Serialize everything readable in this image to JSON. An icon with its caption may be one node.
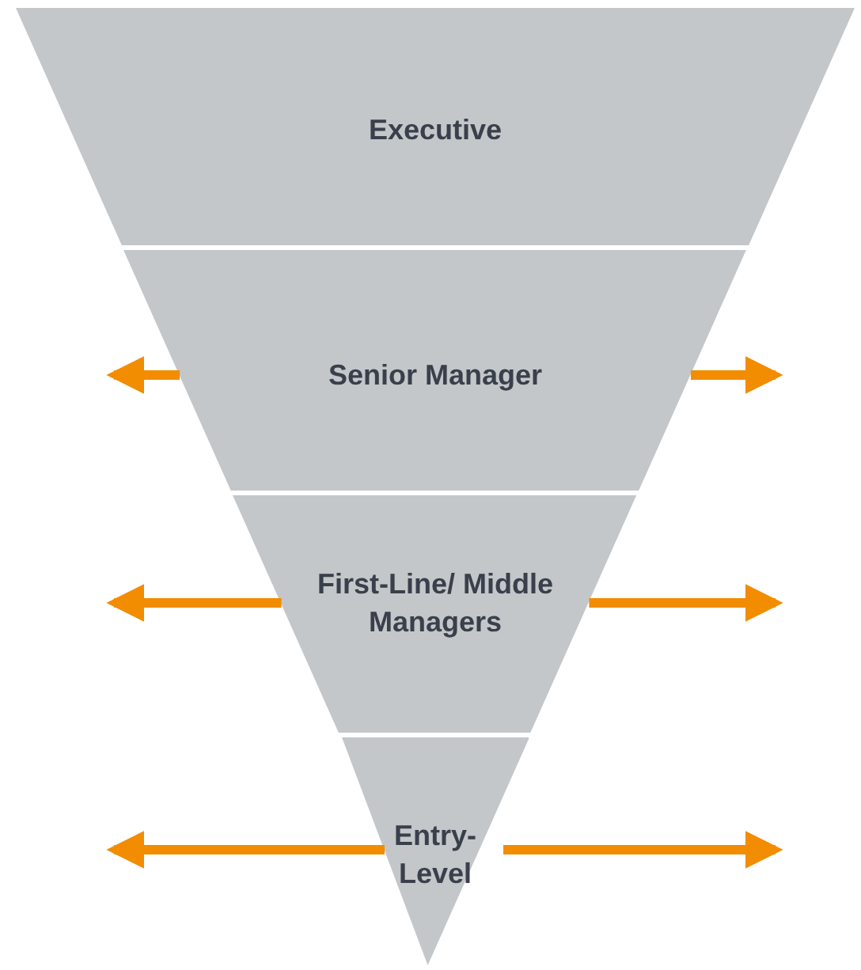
{
  "diagram": {
    "nodes": [
      {
        "text": [
          "Executive"
        ]
      },
      {
        "text": [
          "Senior Manager"
        ]
      },
      {
        "text": [
          "First-Line/ Middle Managers"
        ]
      },
      {
        "text": [
          "Entry-Level"
        ]
      }
    ],
    "edges": [
      {
        "from": 1,
        "to": null,
        "arrow": "to"
      },
      {
        "from": 1,
        "to": null,
        "arrow": "to"
      },
      {
        "from": 2,
        "to": null,
        "arrow": "to"
      },
      {
        "from": 2,
        "to": null,
        "arrow": "to"
      },
      {
        "from": 3,
        "to": null,
        "arrow": "to"
      },
      {
        "from": 3,
        "to": null,
        "arrow": "to"
      }
    ]
  }
}
